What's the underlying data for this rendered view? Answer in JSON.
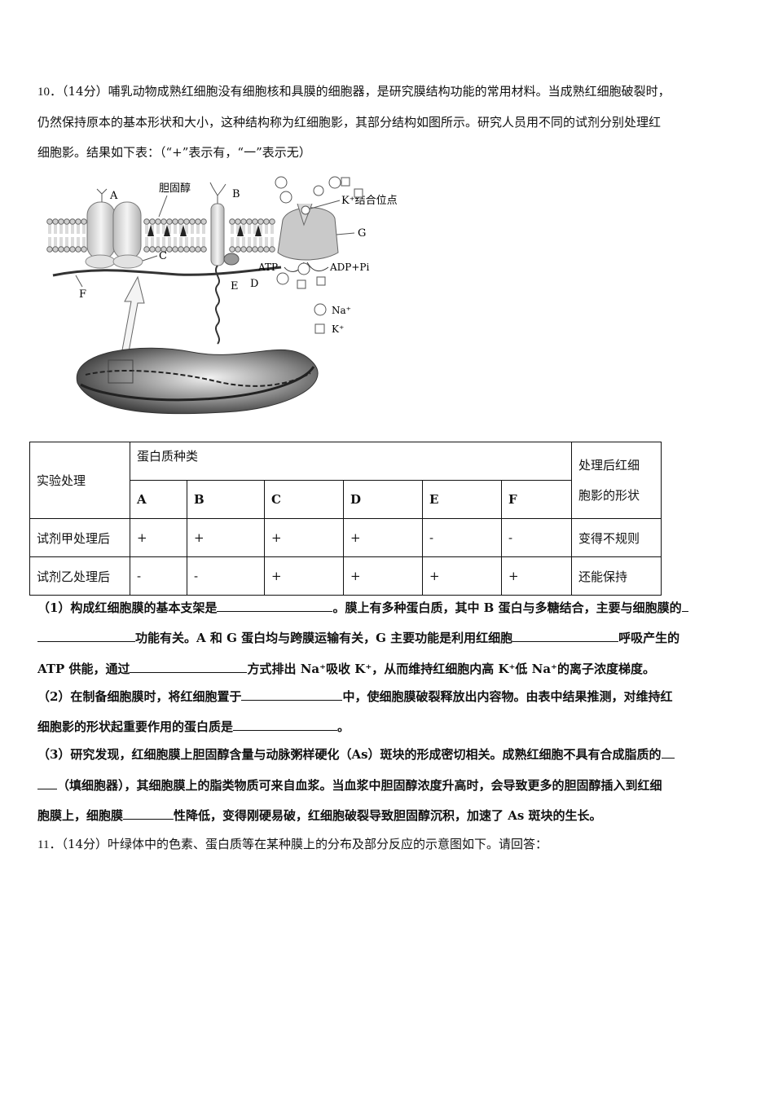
{
  "q10": {
    "number": "10．",
    "score": "（14分）",
    "line1": "哺乳动物成熟红细胞没有细胞核和具膜的细胞器，是研究膜结构功能的常用材料。当成熟红细胞破裂时，",
    "line2": "仍然保持原本的基本形状和大小，这种结构称为红细胞影，其部分结构如图所示。研究人员用不同的试剂分别处理红",
    "line3": "细胞影。结果如下表：（“+”表示有，“一”表示无）"
  },
  "figure": {
    "labels": {
      "A": "A",
      "B": "B",
      "C": "C",
      "D": "D",
      "E": "E",
      "F": "F",
      "G": "G",
      "cholesterol": "胆固醇",
      "k_site": "K⁺结合位点",
      "atp": "ATP",
      "adp": "ADP+Pi",
      "legend_na": "Na⁺",
      "legend_k": "K⁺"
    }
  },
  "table": {
    "header_treatment": "实验处理",
    "header_protein": "蛋白质种类",
    "header_shape_1": "处理后红细",
    "header_shape_2": "胞影的形状",
    "proteins": [
      "A",
      "B",
      "C",
      "D",
      "E",
      "F"
    ],
    "rows": [
      {
        "treatment": "试剂甲处理后",
        "values": [
          "+",
          "+",
          "+",
          "+",
          "-",
          "-"
        ],
        "shape": "变得不规则"
      },
      {
        "treatment": "试剂乙处理后",
        "values": [
          "-",
          "-",
          "+",
          "+",
          "+",
          "+"
        ],
        "shape": "还能保持"
      }
    ]
  },
  "sub1": {
    "a": "（1）构成红细胞膜的基本支架是",
    "b": "。膜上有多种蛋白质，其中 B 蛋白与多糖结合，主要与细胞膜的",
    "c": "功能有关。A 和 G 蛋白均与跨膜运输有关，G 主要功能是利用红细胞",
    "d": "呼吸产生的",
    "e": "ATP 供能，通过",
    "f": "方式排出 Na⁺吸收 K⁺，从而维持红细胞内高 K⁺低 Na⁺的离子浓度梯度。"
  },
  "sub2": {
    "a": "（2）在制备细胞膜时，将红细胞置于",
    "b": "中，使细胞膜破裂释放出内容物。由表中结果推测，对维持红",
    "c": "细胞影的形状起重要作用的蛋白质是",
    "d": "。"
  },
  "sub3": {
    "a": "（3）研究发现，红细胞膜上胆固醇含量与动脉粥样硬化（As）斑块的形成密切相关。成熟红细胞不具有合成脂质的",
    "b": "（填细胞器），其细胞膜上的脂类物质可来自血浆。当血浆中胆固醇浓度升高时，会导致更多的胆固醇插入到红细",
    "c": "胞膜上，细胞膜",
    "d": "性降低，变得刚硬易破，红细胞破裂导致胆固醇沉积，加速了 As 斑块的生长。"
  },
  "q11": {
    "number": "11．",
    "score": "（14分）",
    "text": "叶绿体中的色素、蛋白质等在某种膜上的分布及部分反应的示意图如下。请回答："
  }
}
